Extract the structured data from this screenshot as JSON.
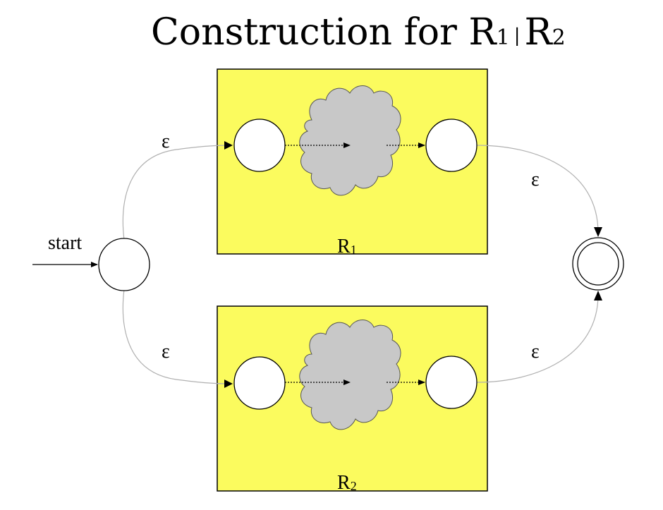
{
  "title": {
    "main": "Construction for R",
    "sub1": "1",
    "sep": "|",
    "r2": "R",
    "sub2": "2"
  },
  "labels": {
    "start": "start",
    "eps_top_left": "ε",
    "eps_top_right": "ε",
    "eps_bottom_left": "ε",
    "eps_bottom_right": "ε",
    "box1_name": "R",
    "box1_sub": "1",
    "box2_name": "R",
    "box2_sub": "2"
  },
  "colors": {
    "box_fill": "#fbfb5e",
    "cloud_fill": "#c8c8c8",
    "edge": "#b0b0b0",
    "outline": "#000000"
  }
}
